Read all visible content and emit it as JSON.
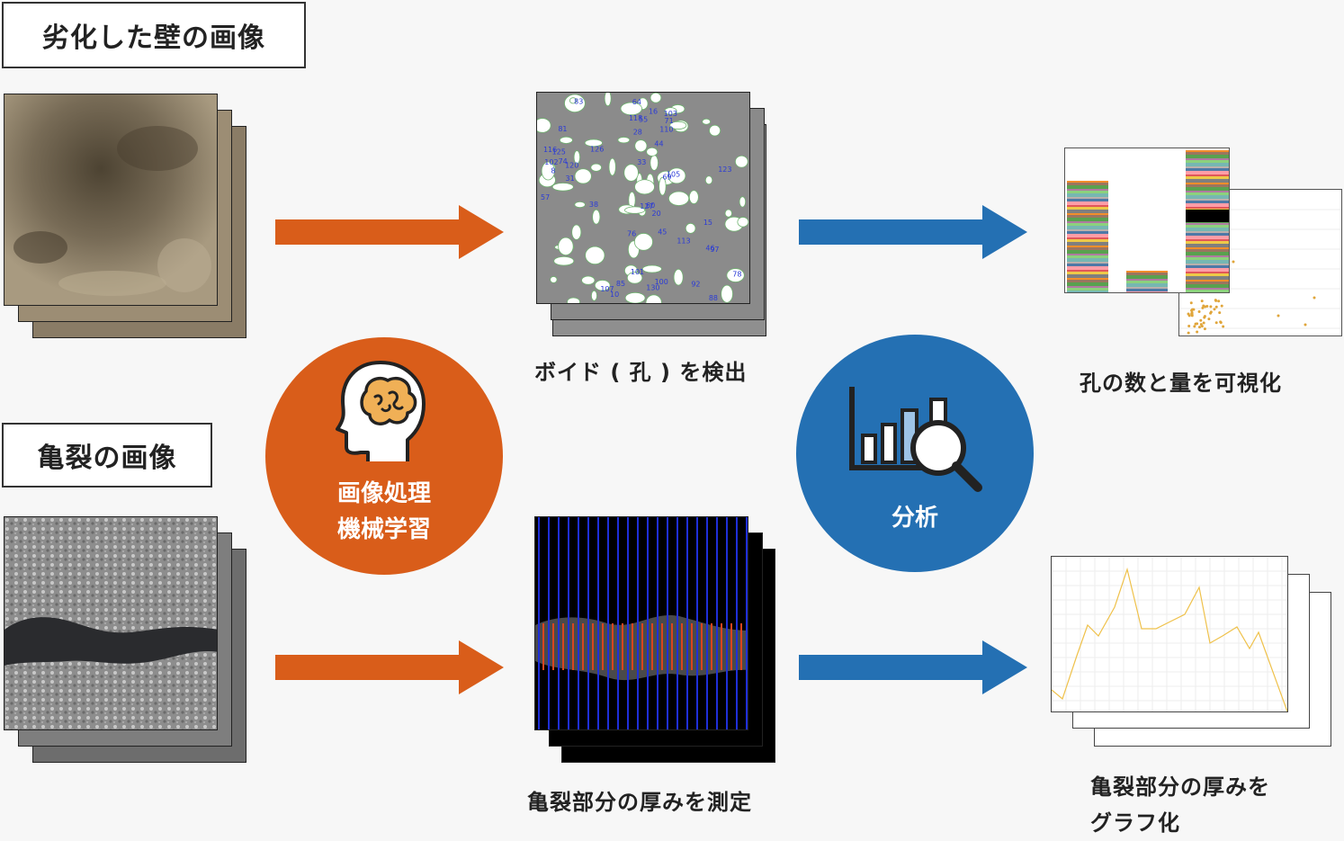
{
  "labels": {
    "wall_title": "劣化した壁の画像",
    "crack_title": "亀裂の画像"
  },
  "process": {
    "line1": "画像処理",
    "line2": "機械学習"
  },
  "analysis": {
    "label": "分析"
  },
  "captions": {
    "void_detect": "ボイド ( 孔 ) を検出",
    "crack_measure": "亀裂部分の厚みを測定",
    "visualize": "孔の数と量を可視化",
    "graph_line1": "亀裂部分の厚みを",
    "graph_line2": "グラフ化"
  },
  "void_numbers": [
    "20",
    "31",
    "46",
    "60",
    "69",
    "81",
    "85",
    "92",
    "101",
    "118",
    "123",
    "126",
    "8",
    "10",
    "15",
    "16",
    "28",
    "33",
    "38",
    "44",
    "45",
    "55",
    "57",
    "64",
    "71",
    "74",
    "76",
    "78",
    "83",
    "88",
    "97",
    "100",
    "102",
    "103",
    "105",
    "107",
    "110",
    "113",
    "116",
    "120",
    "125",
    "127",
    "130"
  ],
  "colors": {
    "orange": "#d95d1a",
    "blue": "#2470b3"
  },
  "icons": {
    "brain": "head-brain-icon",
    "analysis": "bar-chart-magnifier-icon"
  }
}
